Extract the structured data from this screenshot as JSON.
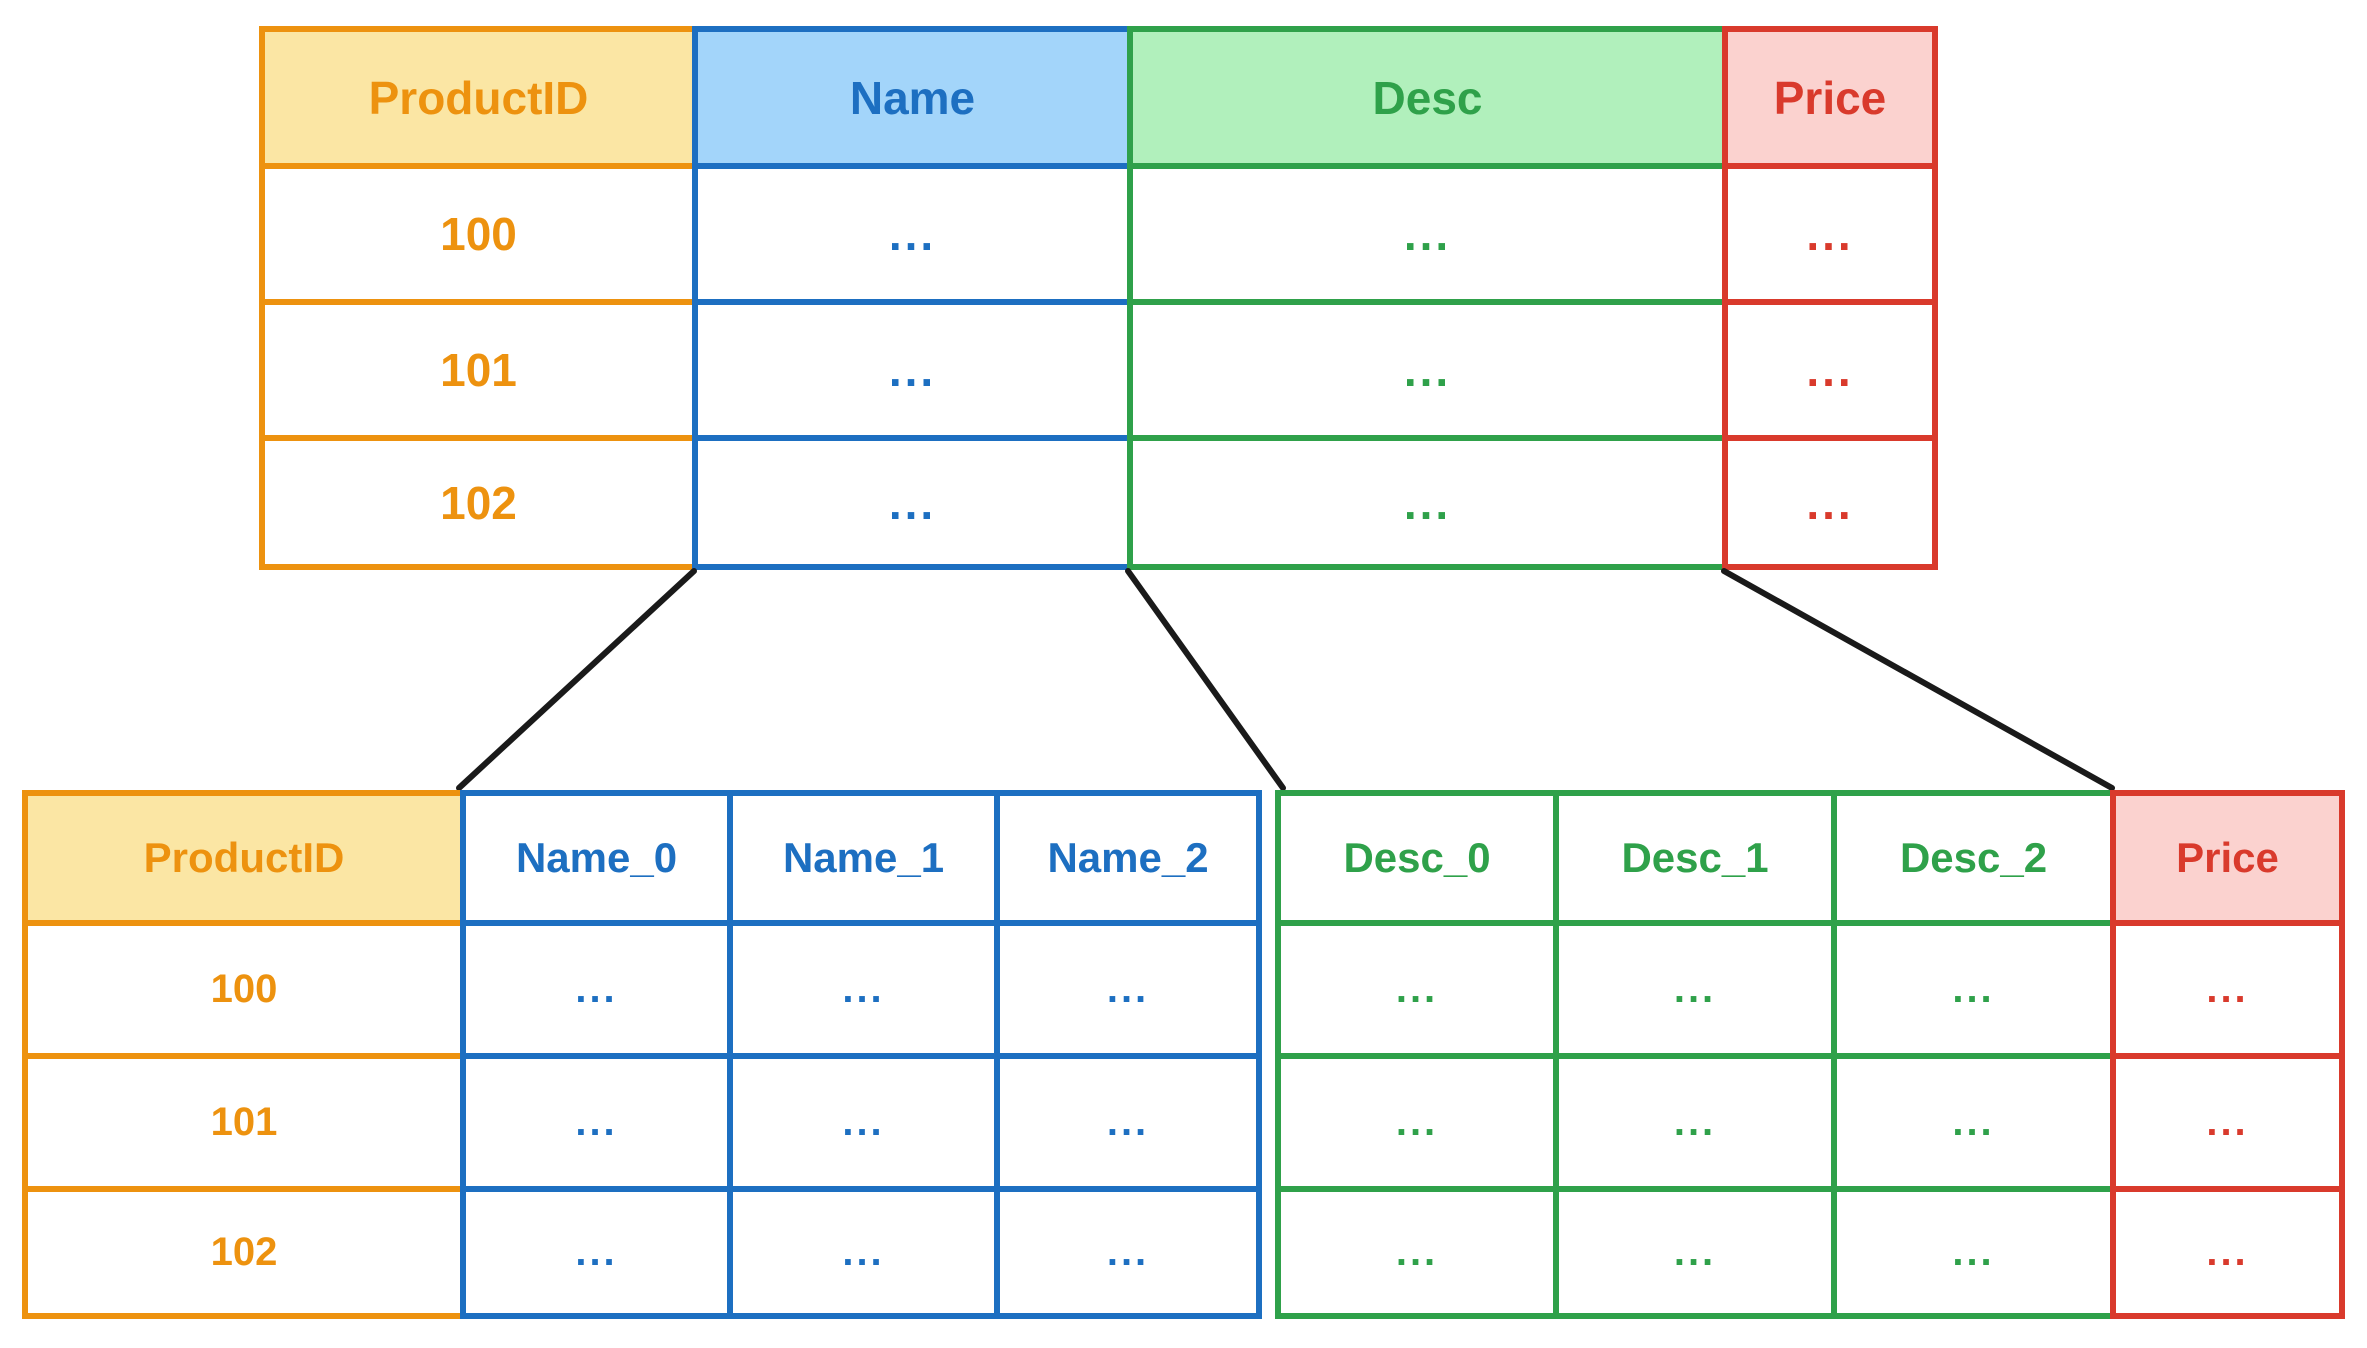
{
  "diagram": {
    "description": "Column-splitting diagram: original table exploded into per-token columns"
  },
  "colors": {
    "orange_border_text": "#ED920F",
    "yellow_fill": "#FBE6A4",
    "blue_border_text": "#1D6FC1",
    "light_blue_fill": "#A3D5FA",
    "green_border_text": "#2FA14A",
    "light_green_fill": "#B1F0BC",
    "red_border_text": "#D93A2C",
    "pink_fill": "#FBD2CF",
    "connector_line": "#1A1A1A",
    "background": "#FFFFFF"
  },
  "top_table": {
    "columns": [
      {
        "label": "ProductID",
        "scheme": "orange",
        "header_filled": true
      },
      {
        "label": "Name",
        "scheme": "blue",
        "header_filled": true
      },
      {
        "label": "Desc",
        "scheme": "green",
        "header_filled": true
      },
      {
        "label": "Price",
        "scheme": "red",
        "header_filled": true
      }
    ],
    "rows": [
      {
        "cells": [
          "100",
          "...",
          "...",
          "..."
        ]
      },
      {
        "cells": [
          "101",
          "...",
          "...",
          "..."
        ]
      },
      {
        "cells": [
          "102",
          "...",
          "...",
          "..."
        ]
      }
    ]
  },
  "bottom_table": {
    "columns": [
      {
        "label": "ProductID",
        "scheme": "orange",
        "header_filled": true
      },
      {
        "label": "Name_0",
        "scheme": "blue",
        "header_filled": false
      },
      {
        "label": "Name_1",
        "scheme": "blue",
        "header_filled": false
      },
      {
        "label": "Name_2",
        "scheme": "blue",
        "header_filled": false
      },
      {
        "label": "Desc_0",
        "scheme": "green",
        "header_filled": false
      },
      {
        "label": "Desc_1",
        "scheme": "green",
        "header_filled": false
      },
      {
        "label": "Desc_2",
        "scheme": "green",
        "header_filled": false
      },
      {
        "label": "Price",
        "scheme": "red",
        "header_filled": true
      }
    ],
    "rows": [
      {
        "cells": [
          "100",
          "...",
          "...",
          "...",
          "...",
          "...",
          "...",
          "..."
        ]
      },
      {
        "cells": [
          "101",
          "...",
          "...",
          "...",
          "...",
          "...",
          "...",
          "..."
        ]
      },
      {
        "cells": [
          "102",
          "...",
          "...",
          "...",
          "...",
          "...",
          "...",
          "..."
        ]
      }
    ]
  }
}
